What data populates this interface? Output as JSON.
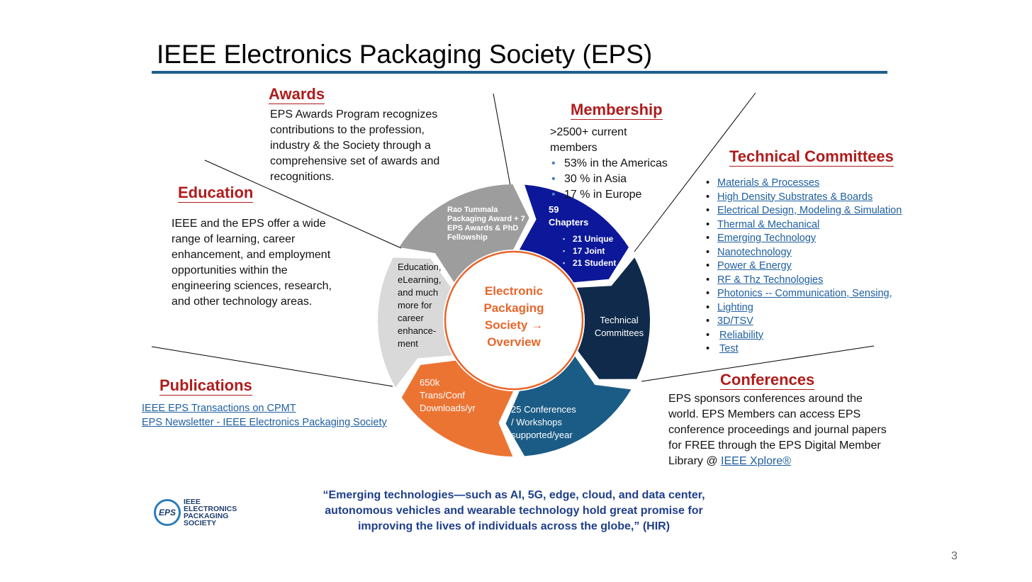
{
  "title": "IEEE Electronics Packaging Society (EPS)",
  "colors": {
    "title_rule": "#1f5f8b",
    "heading_red": "#b01c1c",
    "link_blue": "#1f5fa0",
    "quote_blue": "#1f3f8b",
    "center_orange": "#e9652a",
    "segment_grey": "#9d9d9d",
    "segment_light_grey": "#d9d9d9",
    "segment_navy_blue": "#0c1899",
    "segment_dark_navy": "#0f2a4a",
    "segment_teal_blue": "#1b5c86",
    "segment_orange": "#ec7433"
  },
  "awards": {
    "heading": "Awards",
    "text_lines": [
      "EPS Awards Program recognizes",
      "contributions to the profession,",
      "industry & the Society through a",
      "comprehensive set of awards and",
      "recognitions."
    ]
  },
  "education": {
    "heading": "Education",
    "text_lines": [
      "IEEE and the EPS offer a wide",
      "range of learning, career",
      "enhancement, and employment",
      "opportunities within the",
      "engineering sciences, research,",
      "and other technology areas."
    ]
  },
  "publications": {
    "heading": "Publications",
    "links": [
      "IEEE EPS Transactions on CPMT",
      "EPS Newsletter - IEEE Electronics Packaging Society"
    ]
  },
  "membership": {
    "heading": "Membership",
    "intro_lines": [
      ">2500+ current",
      "members"
    ],
    "items": [
      "53% in the Americas",
      "30 % in Asia",
      "17 % in Europe"
    ]
  },
  "technical_committees": {
    "heading": "Technical Committees",
    "items": [
      "Materials & Processes",
      "High Density Substrates & Boards",
      "Electrical Design, Modeling & Simulation",
      "Thermal & Mechanical",
      "Emerging Technology",
      "Nanotechnology",
      "Power & Energy",
      "RF & Thz Technologies",
      "Photonics -- Communication, Sensing,",
      "Lighting",
      "3D/TSV",
      "Reliability",
      "Test"
    ]
  },
  "conferences": {
    "heading": "Conferences",
    "text_lines": [
      "EPS sponsors conferences around the",
      "world.  EPS Members can access EPS",
      "conference proceedings and journal papers",
      "for FREE through the EPS Digital Member"
    ],
    "last_line_prefix": "Library @ ",
    "xplore_link": "IEEE Xplore®"
  },
  "wheel": {
    "center_lines": [
      "Electronic",
      "Packaging",
      "Society →",
      "Overview"
    ],
    "awards_segment_lines": [
      "Rao Tummala",
      "Packaging Award + 7",
      "EPS Awards & PhD",
      "Fellowship"
    ],
    "chapters_segment": {
      "lines": [
        "59",
        "Chapters"
      ],
      "items": [
        "21 Unique",
        "17 Joint",
        "21 Student"
      ]
    },
    "tc_segment_lines": [
      "Technical",
      "Committees"
    ],
    "conf_segment_lines": [
      "25 Conferences",
      "/ Workshops",
      "supported/year"
    ],
    "pub_segment_lines": [
      "650k",
      "Trans/Conf",
      "Downloads/yr"
    ],
    "edu_segment_lines": [
      "Education,",
      "eLearning,",
      "and much",
      "more for",
      "career",
      "enhance-",
      "ment"
    ]
  },
  "quote_lines": [
    "“Emerging technologies—such as AI, 5G, edge, cloud, and data center,",
    "autonomous vehicles and wearable technology hold great promise for",
    "improving the lives of individuals across the globe,” (HIR)"
  ],
  "logo": {
    "mark": "EPS",
    "lines": [
      "IEEE",
      "ELECTRONICS",
      "PACKAGING",
      "SOCIETY"
    ]
  },
  "page_number": "3"
}
